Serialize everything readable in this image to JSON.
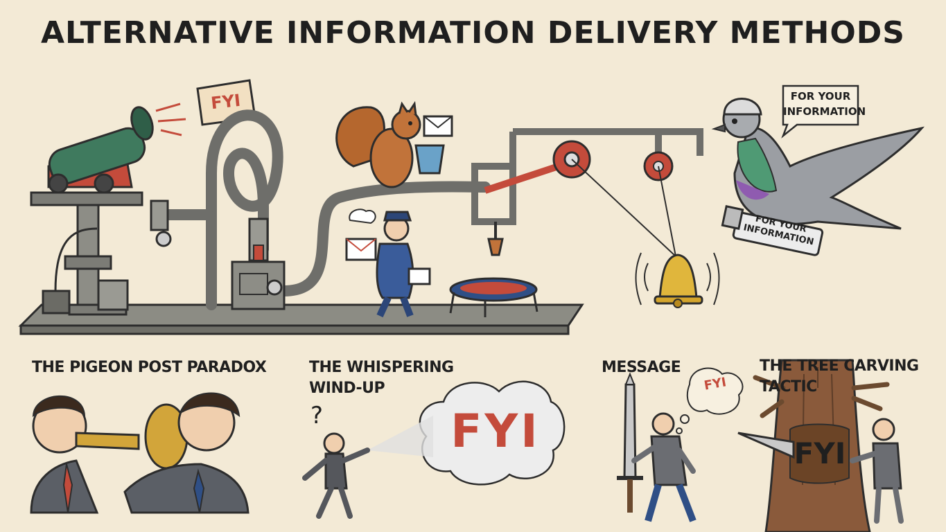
{
  "title": "ALTERNATIVE INFORMATION DELIVERY METHODS",
  "machine": {
    "cannon_flag": "FYI",
    "speech_box": [
      "FOR YOUR",
      "INFORMATION"
    ],
    "usb_label": [
      "FOR YOUR",
      "INFORMATION"
    ]
  },
  "panels": [
    {
      "label": "THE PIGEON POST PARADOX"
    },
    {
      "label_lines": [
        "THE WHISPERING",
        "WIND-UP"
      ],
      "cloud": "FYI",
      "question": "?"
    },
    {
      "label": "MESSAGE",
      "thought": "FYI"
    },
    {
      "label": "THE TREE CARVING TACTIC",
      "carving": "FYI"
    }
  ]
}
